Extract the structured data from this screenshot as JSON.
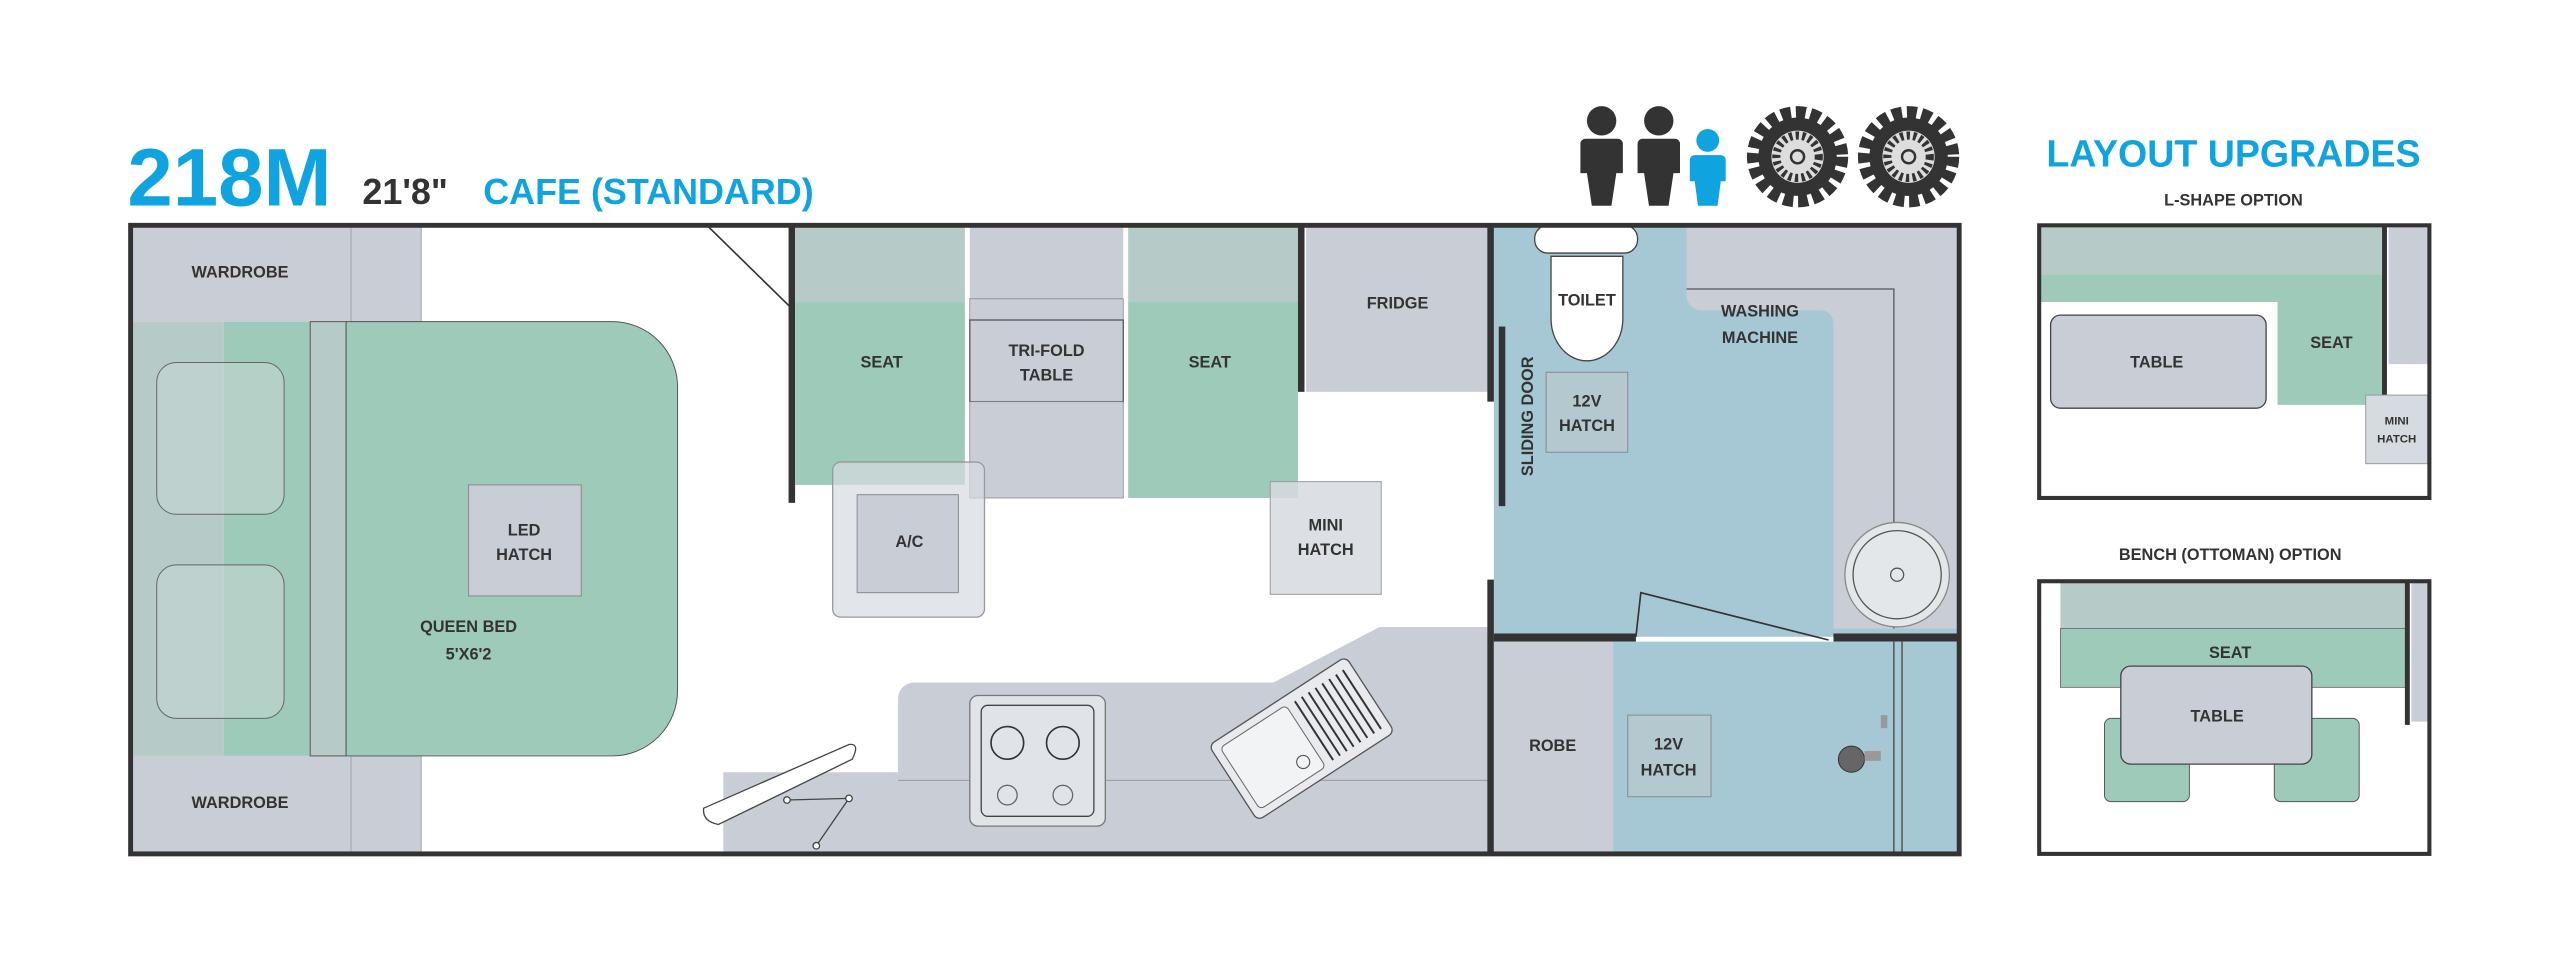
{
  "header": {
    "model": "218M",
    "length": "21'8\"",
    "layout": "CAFE (STANDARD)"
  },
  "icons": {
    "occupants": [
      "adult-icon",
      "adult-icon",
      "child-icon"
    ],
    "wheels": [
      "offroad-tyre-icon",
      "offroad-tyre-icon"
    ]
  },
  "colors": {
    "accent": "#0fa4e0",
    "dark": "#333333",
    "cabinet": "#c9ced6",
    "seat": "#9ecab9",
    "bathroom": "#a6c8d4"
  },
  "plan": {
    "wardrobe_top": "WARDROBE",
    "wardrobe_bottom": "WARDROBE",
    "led_hatch": [
      "LED",
      "HATCH"
    ],
    "queen_bed": [
      "QUEEN BED",
      "5'X6'2"
    ],
    "seat_left": "SEAT",
    "table": [
      "TRI-FOLD",
      "TABLE"
    ],
    "seat_right": "SEAT",
    "fridge": "FRIDGE",
    "ac": "A/C",
    "mini_hatch": [
      "MINI",
      "HATCH"
    ],
    "toilet": "TOILET",
    "sliding_door": "SLIDING DOOR",
    "hatch_bath": [
      "12V",
      "HATCH"
    ],
    "washing_machine": [
      "WASHING",
      "MACHINE"
    ],
    "robe": "ROBE",
    "hatch_lower": [
      "12V",
      "HATCH"
    ]
  },
  "upgrades": {
    "title": "LAYOUT UPGRADES",
    "l_shape": {
      "title": "L-SHAPE OPTION",
      "table": "TABLE",
      "seat": "SEAT",
      "mini_hatch": [
        "MINI",
        "HATCH"
      ]
    },
    "bench": {
      "title": "BENCH (OTTOMAN) OPTION",
      "seat": "SEAT",
      "table": "TABLE"
    }
  }
}
